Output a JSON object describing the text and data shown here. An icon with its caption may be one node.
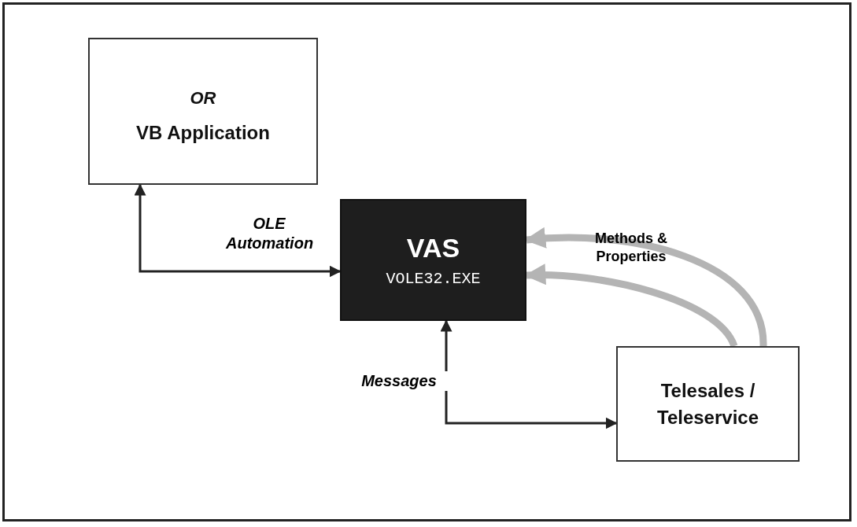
{
  "diagram": {
    "nodes": [
      {
        "text": [
          "OR",
          "VB Application"
        ]
      },
      {
        "text": [
          "VAS",
          "VOLE32.EXE"
        ]
      },
      {
        "text": [
          "Telesales / Teleservice"
        ]
      }
    ],
    "edges": [
      {
        "from": 1,
        "to": 0,
        "arrow": "both",
        "label": "OLE Automation"
      },
      {
        "from": 2,
        "to": 1,
        "arrow": "to",
        "label": "Methods & Properties",
        "style": "thick",
        "color": "#b4b4b4"
      },
      {
        "from": 2,
        "to": 1,
        "arrow": "to",
        "style": "thick",
        "color": "#b4b4b4"
      },
      {
        "from": 1,
        "to": 2,
        "arrow": "both",
        "label": "Messages"
      }
    ]
  }
}
